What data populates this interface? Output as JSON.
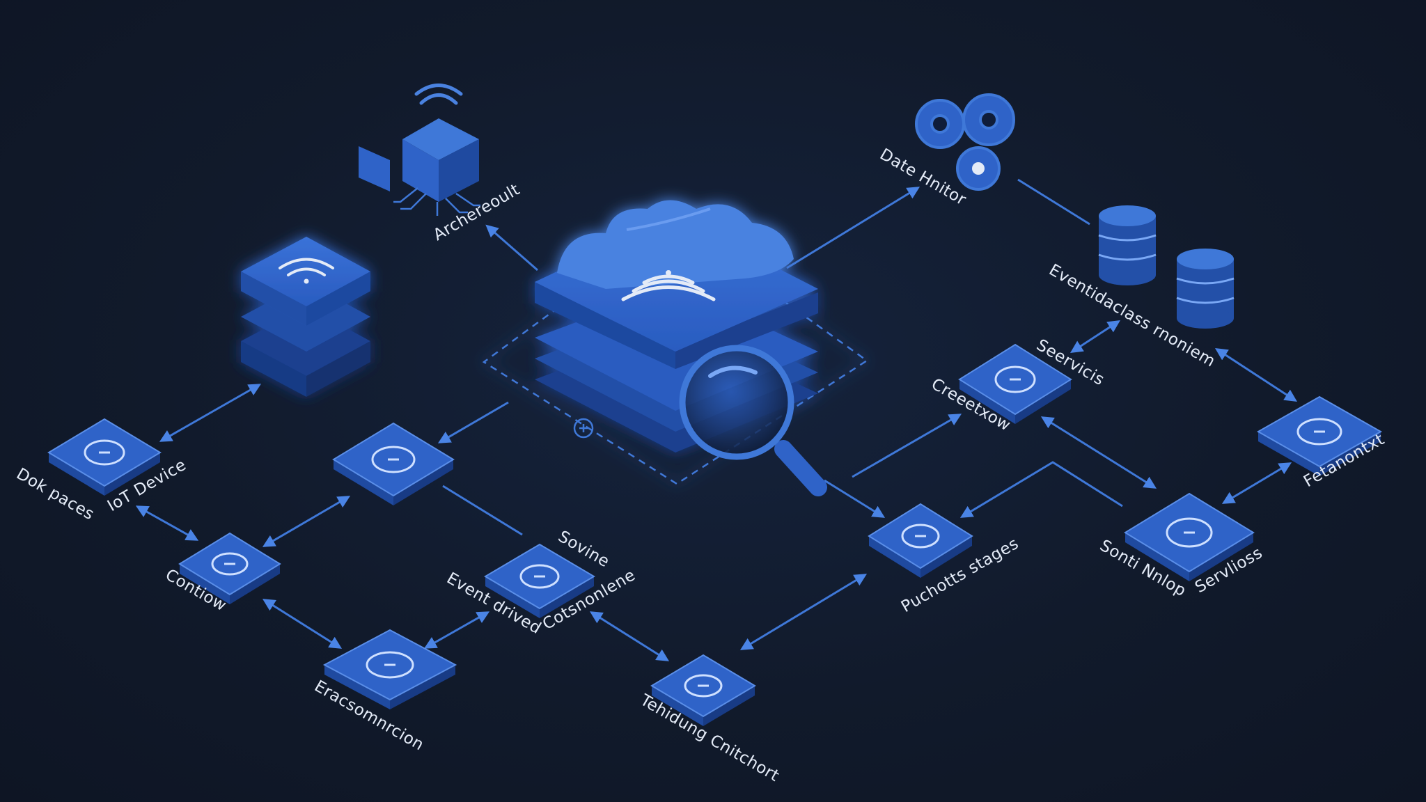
{
  "labels": {
    "architecture": "Archereoult",
    "data_monitor": "Date Hnitor",
    "event_database": "Eventidaclass rnoniem",
    "services": "Seervicis",
    "createflow": "Creeetxow",
    "dock_places": "Dok paces",
    "iot_device": "IoT Device",
    "gateway": "Contiow",
    "solve": "Sovine",
    "event_driven": "Event drived",
    "components": "Cotsnonlene",
    "enumeration": "Eracsomnrcion",
    "tracking_checkpoint": "Tehidung Cnitchort",
    "products_stages": "Puchotts stages",
    "sensor_nodes": "Sonti Nnlop",
    "services_2": "Servlioss",
    "retirement": "Fetanontxt"
  },
  "colors": {
    "background": "#111a2b",
    "node_top": "#2f63c8",
    "node_side": "#1f4aa0",
    "accent": "#3f78d8",
    "label": "#e4ebf7"
  },
  "icons": [
    "cloud-stack-icon",
    "magnifier-icon",
    "wifi-stack-icon",
    "iot-cube-icon",
    "gear-cluster-icon",
    "database-icon",
    "monitor-icon",
    "chip-icon",
    "gauge-icon"
  ]
}
